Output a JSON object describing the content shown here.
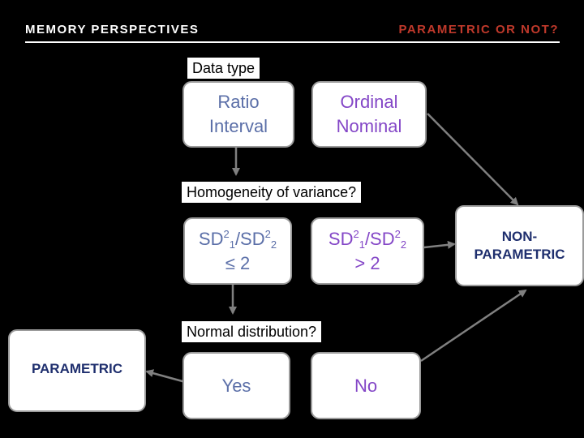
{
  "header": {
    "left": "MEMORY PERSPECTIVES",
    "right": "PARAMETRIC OR NOT?",
    "right_color": "#c0392b"
  },
  "labels": {
    "data_type": "Data type",
    "homogeneity": "Homogeneity of variance?",
    "normal": "Normal distribution?"
  },
  "boxes": {
    "ratio_interval": {
      "line1": "Ratio",
      "line2": "Interval"
    },
    "ordinal_nominal": {
      "line1": "Ordinal",
      "line2": "Nominal"
    },
    "sd_le": {
      "sd": "SD",
      "sup1": "2",
      "sub1": "1",
      "slash": "/SD",
      "sup2": "2",
      "sub2": "2",
      "cond": "≤ 2"
    },
    "sd_gt": {
      "sd": "SD",
      "sup1": "2",
      "sub1": "1",
      "slash": "/SD",
      "sup2": "2",
      "sub2": "2",
      "cond": "> 2"
    },
    "yes": "Yes",
    "no": "No",
    "parametric": "PARAMETRIC",
    "non_parametric": {
      "line1": "NON-",
      "line2": "PARAMETRIC"
    }
  },
  "colors": {
    "left_text": "#5b6fa8",
    "right_text": "#8447c7",
    "outcome_text": "#1f2f6e",
    "arrow": "#808080"
  }
}
